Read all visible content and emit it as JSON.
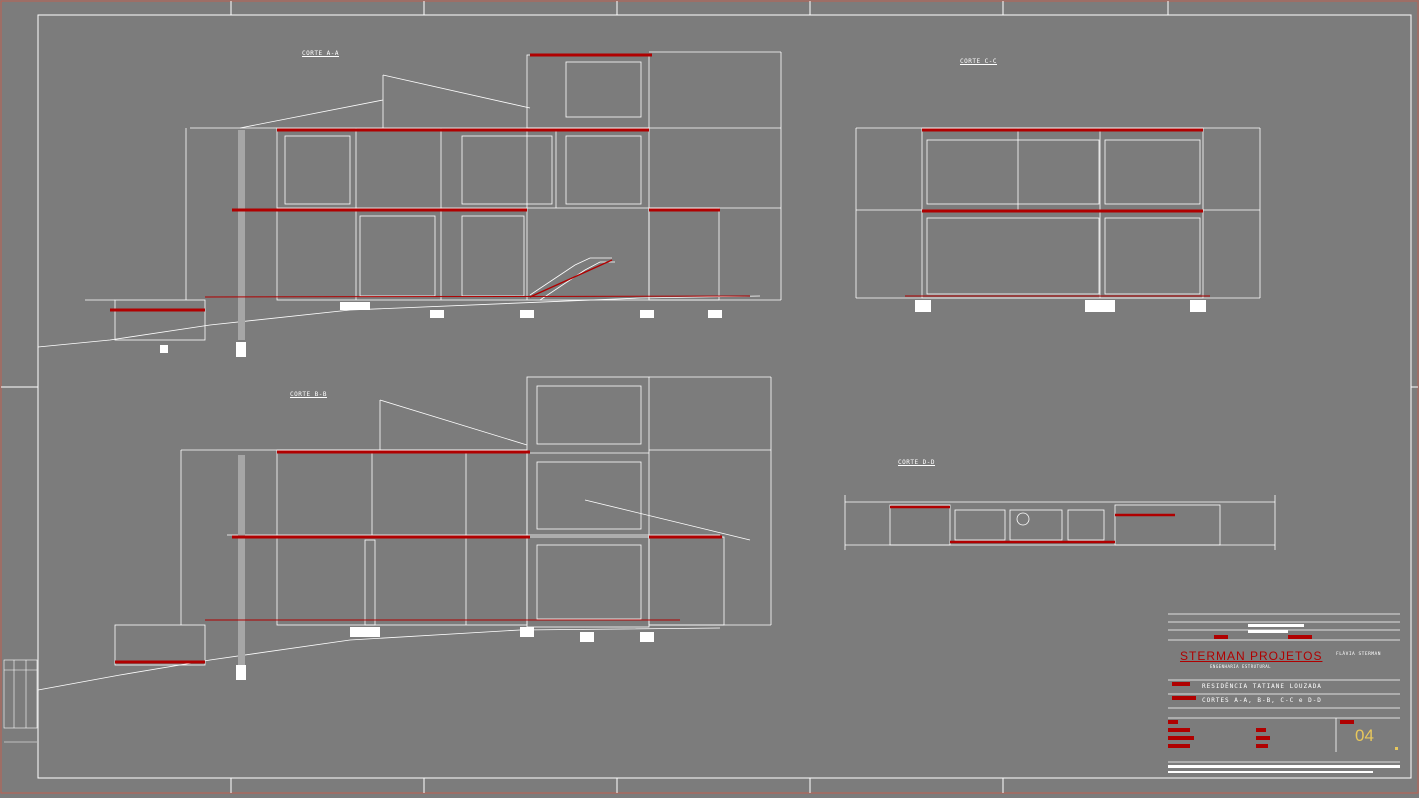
{
  "sections": [
    {
      "id": "a",
      "title": "CORTE A-A"
    },
    {
      "id": "b",
      "title": "CORTE B-B"
    },
    {
      "id": "c",
      "title": "CORTE C-C"
    },
    {
      "id": "d",
      "title": "CORTE D-D"
    }
  ],
  "title_block": {
    "company": "STERMAN PROJETOS",
    "company_sub": "ENGENHARIA ESTRUTURAL",
    "author": "FLÁVIA STERMAN",
    "project": "RESIDÊNCIA TATIANE LOUZADA",
    "content": "CORTES A-A, B-B, C-C e D-D",
    "sheet_number": "04"
  },
  "colors": {
    "background": "#7c7c7c",
    "lines": "#ffffff",
    "structure": "#b00000",
    "accent": "#e7c75c"
  }
}
